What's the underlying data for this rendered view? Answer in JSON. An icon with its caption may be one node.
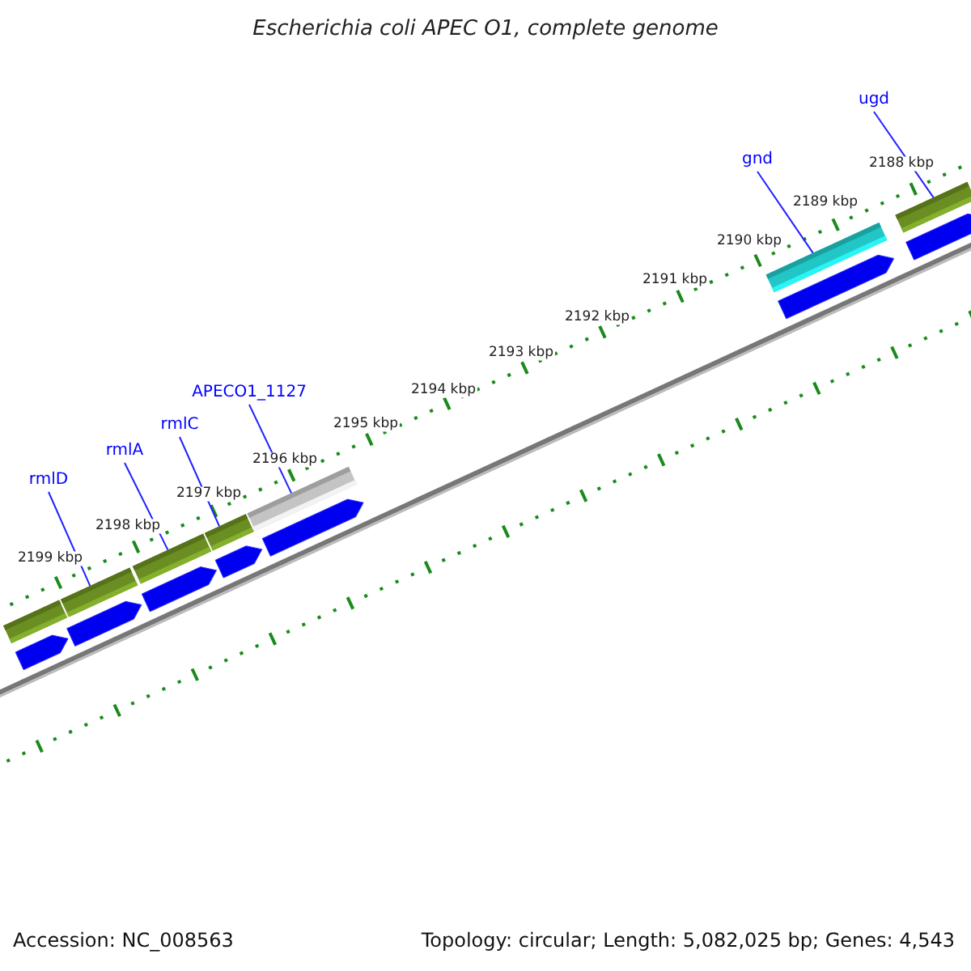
{
  "diagram": {
    "title": "Escherichia coli APEC O1, complete genome",
    "nodes": [
      {
        "text": [
          "rmlD"
        ]
      },
      {
        "text": [
          "rmlA"
        ]
      },
      {
        "text": [
          "rmlC"
        ]
      },
      {
        "text": [
          "APECO1_1127"
        ]
      },
      {
        "text": [
          "gnd"
        ]
      },
      {
        "text": [
          "ugd"
        ]
      },
      {
        "text": [],
        "shape": "bar"
      },
      {
        "text": [],
        "shape": "bar"
      },
      {
        "text": [],
        "shape": "bar"
      },
      {
        "text": [],
        "shape": "bar"
      },
      {
        "text": [],
        "shape": "bar"
      },
      {
        "text": [],
        "shape": "bar"
      },
      {
        "text": [],
        "shape": "bar"
      },
      {
        "text": [],
        "shape": "bar"
      },
      {
        "text": [],
        "shape": "bar"
      },
      {
        "text": [],
        "shape": "bar"
      },
      {
        "text": [],
        "shape": "bar"
      },
      {
        "text": [],
        "shape": "bar"
      },
      {
        "text": [],
        "shape": "bar"
      },
      {
        "text": [],
        "shape": "bar"
      }
    ],
    "edges": [
      {
        "from": 0,
        "to": 7,
        "arrow": "none"
      },
      {
        "from": 1,
        "to": 8,
        "arrow": "none"
      },
      {
        "from": 2,
        "to": 9,
        "arrow": "none"
      },
      {
        "from": 3,
        "to": 10,
        "arrow": "none"
      },
      {
        "from": 4,
        "to": 11,
        "arrow": "none"
      },
      {
        "from": 5,
        "to": 12,
        "arrow": "none"
      }
    ],
    "labels": [
      "2199 kbp",
      "2198 kbp",
      "2197 kbp",
      "2196 kbp",
      "2195 kbp",
      "2194 kbp",
      "2193 kbp",
      "2192 kbp",
      "2191 kbp",
      "2190 kbp",
      "2189 kbp",
      "2188 kbp",
      "Accession: NC_008563",
      "Topology: circular; Length: 5,082,025 bp; Genes: 4,543"
    ]
  }
}
